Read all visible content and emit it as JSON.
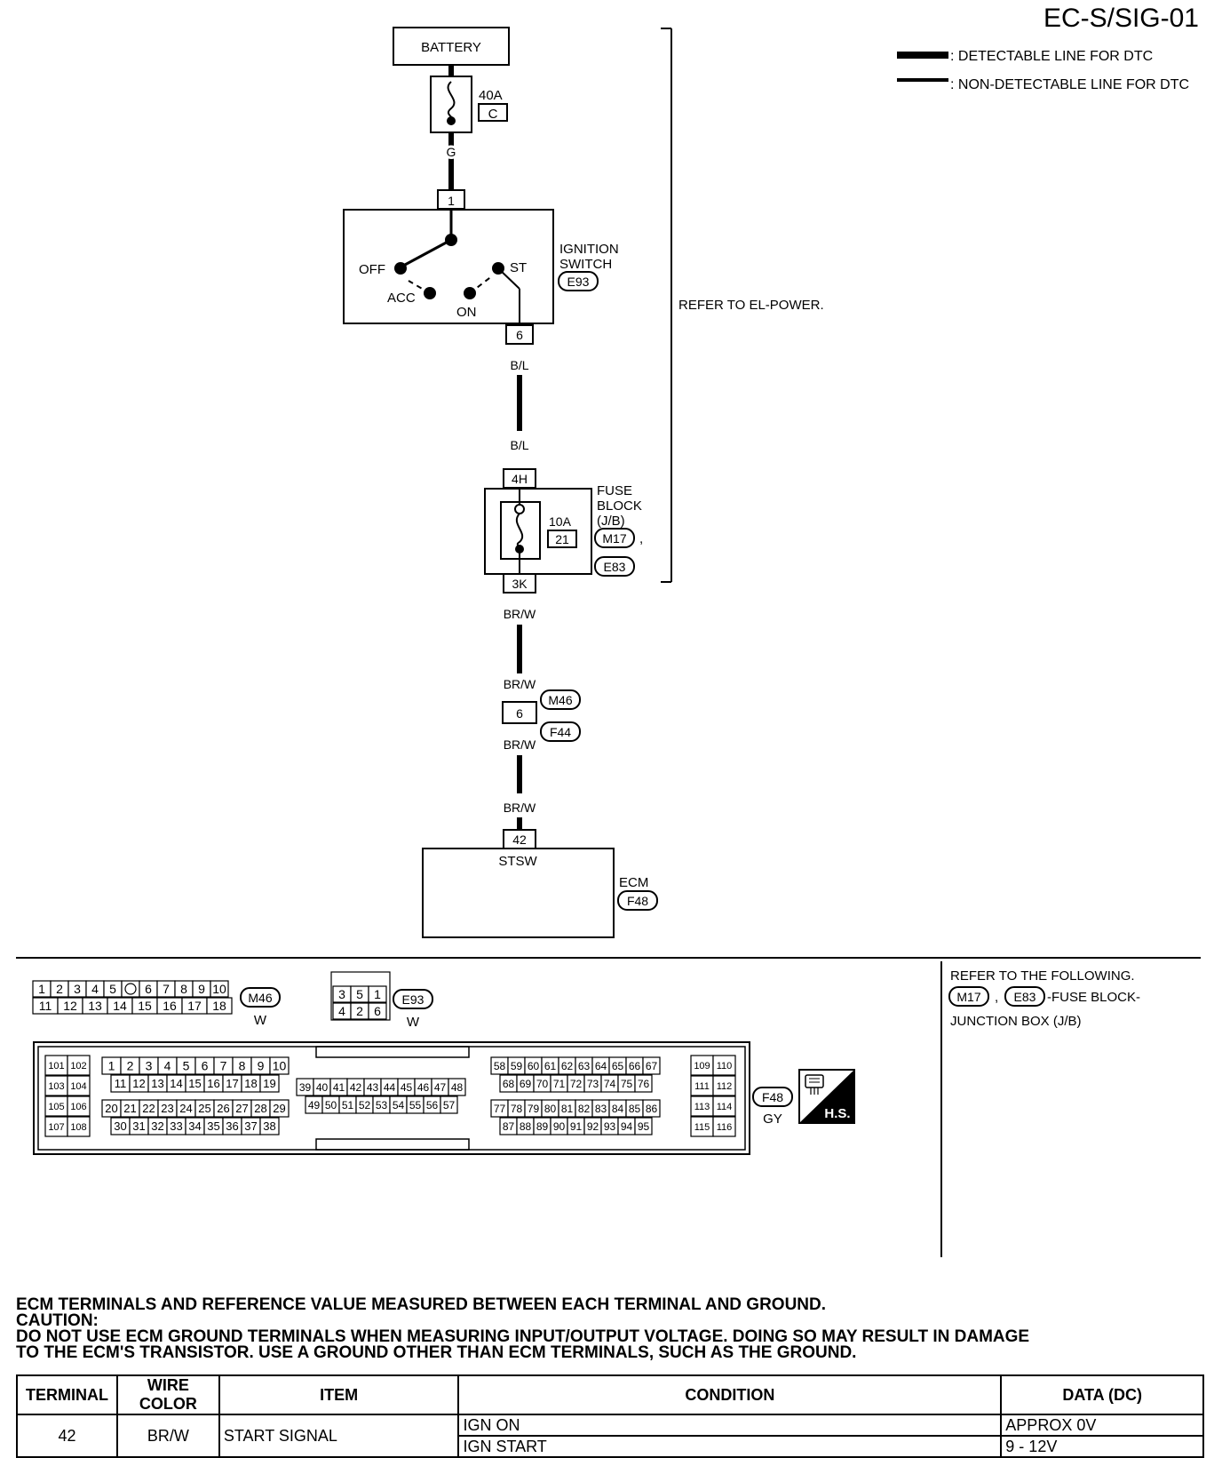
{
  "page": {
    "code": "EC-S/SIG-01"
  },
  "legend": [
    {
      "style": "thick",
      "label": ": DETECTABLE LINE FOR DTC"
    },
    {
      "style": "thin",
      "label": ": NON-DETECTABLE LINE FOR DTC"
    }
  ],
  "circuit": {
    "battery": "BATTERY",
    "fuse_main": {
      "rating": "40A",
      "id": "C"
    },
    "wire_g": "G",
    "ignition_switch": {
      "pin_in": "1",
      "pin_out": "6",
      "name_1": "IGNITION",
      "name_2": "SWITCH",
      "connector": "E93",
      "pos_off": "OFF",
      "pos_acc": "ACC",
      "pos_on": "ON",
      "pos_st": "ST"
    },
    "refer_note": "REFER TO EL-POWER.",
    "wire_bl_1": "B/L",
    "wire_bl_2": "B/L",
    "fuse_block": {
      "pin_in": "4H",
      "pin_out": "3K",
      "name_1": "FUSE",
      "name_2": "BLOCK",
      "name_3": "(J/B)",
      "connector_1": "M17",
      "comma": ",",
      "connector_2": "E83",
      "fuse_rating": "10A",
      "fuse_no": "21"
    },
    "wire_brw_1": "BR/W",
    "wire_brw_2": "BR/W",
    "joint": {
      "pin": "6",
      "connector_1": "M46",
      "connector_2": "F44"
    },
    "wire_brw_3": "BR/W",
    "wire_brw_4": "BR/W",
    "ecm": {
      "pin": "42",
      "signal": "STSW",
      "name": "ECM",
      "connector": "F48"
    }
  },
  "connectors": {
    "m46": {
      "id": "M46",
      "color": "W",
      "row1": [
        "1",
        "2",
        "3",
        "4",
        "5",
        "",
        "6",
        "7",
        "8",
        "9",
        "10"
      ],
      "row2": [
        "11",
        "12",
        "13",
        "14",
        "15",
        "16",
        "17",
        "18"
      ]
    },
    "e93": {
      "id": "E93",
      "color": "W",
      "row1": [
        "3",
        "5",
        "1"
      ],
      "row2": [
        "4",
        "2",
        "6"
      ]
    },
    "f48": {
      "id": "F48",
      "color": "GY",
      "hs_label": "H.S.",
      "side_left": [
        [
          "101",
          "102"
        ],
        [
          "103",
          "104"
        ],
        [
          "105",
          "106"
        ],
        [
          "107",
          "108"
        ]
      ],
      "side_right": [
        [
          "109",
          "110"
        ],
        [
          "111",
          "112"
        ],
        [
          "113",
          "114"
        ],
        [
          "115",
          "116"
        ]
      ],
      "b1_r1": [
        "1",
        "2",
        "3",
        "4",
        "5",
        "6",
        "7",
        "8",
        "9",
        "10"
      ],
      "b1_r2": [
        "11",
        "12",
        "13",
        "14",
        "15",
        "16",
        "17",
        "18",
        "19"
      ],
      "b1_r3": [
        "20",
        "21",
        "22",
        "23",
        "24",
        "25",
        "26",
        "27",
        "28",
        "29"
      ],
      "b1_r4": [
        "30",
        "31",
        "32",
        "33",
        "34",
        "35",
        "36",
        "37",
        "38"
      ],
      "b2_r1": [
        "39",
        "40",
        "41",
        "42",
        "43",
        "44",
        "45",
        "46",
        "47",
        "48"
      ],
      "b2_r2": [
        "49",
        "50",
        "51",
        "52",
        "53",
        "54",
        "55",
        "56",
        "57"
      ],
      "b3_r1": [
        "58",
        "59",
        "60",
        "61",
        "62",
        "63",
        "64",
        "65",
        "66",
        "67"
      ],
      "b3_r2": [
        "68",
        "69",
        "70",
        "71",
        "72",
        "73",
        "74",
        "75",
        "76"
      ],
      "b3_r3": [
        "77",
        "78",
        "79",
        "80",
        "81",
        "82",
        "83",
        "84",
        "85",
        "86"
      ],
      "b3_r4": [
        "87",
        "88",
        "89",
        "90",
        "91",
        "92",
        "93",
        "94",
        "95"
      ]
    }
  },
  "side_note": {
    "line1": "REFER TO THE FOLLOWING.",
    "conn1": "M17",
    "comma": ",",
    "conn2": "E83",
    "text2": "-FUSE BLOCK-",
    "line3": "JUNCTION BOX (J/B)"
  },
  "notes": {
    "line1": "ECM TERMINALS AND REFERENCE VALUE MEASURED BETWEEN EACH TERMINAL AND GROUND.",
    "line2": "CAUTION:",
    "line3": "DO NOT USE ECM GROUND TERMINALS WHEN MEASURING INPUT/OUTPUT VOLTAGE. DOING SO MAY RESULT IN DAMAGE",
    "line4": "TO THE ECM'S TRANSISTOR. USE A GROUND OTHER THAN ECM TERMINALS, SUCH AS THE GROUND."
  },
  "table": {
    "headers": {
      "terminal": "TERMINAL",
      "wire": "WIRE COLOR",
      "item": "ITEM",
      "condition": "CONDITION",
      "data": "DATA (DC)"
    },
    "row": {
      "terminal": "42",
      "wire": "BR/W",
      "item": "START SIGNAL",
      "cond1": "IGN ON",
      "data1": "APPROX 0V",
      "cond2": "IGN START",
      "data2": "9 - 12V"
    }
  }
}
